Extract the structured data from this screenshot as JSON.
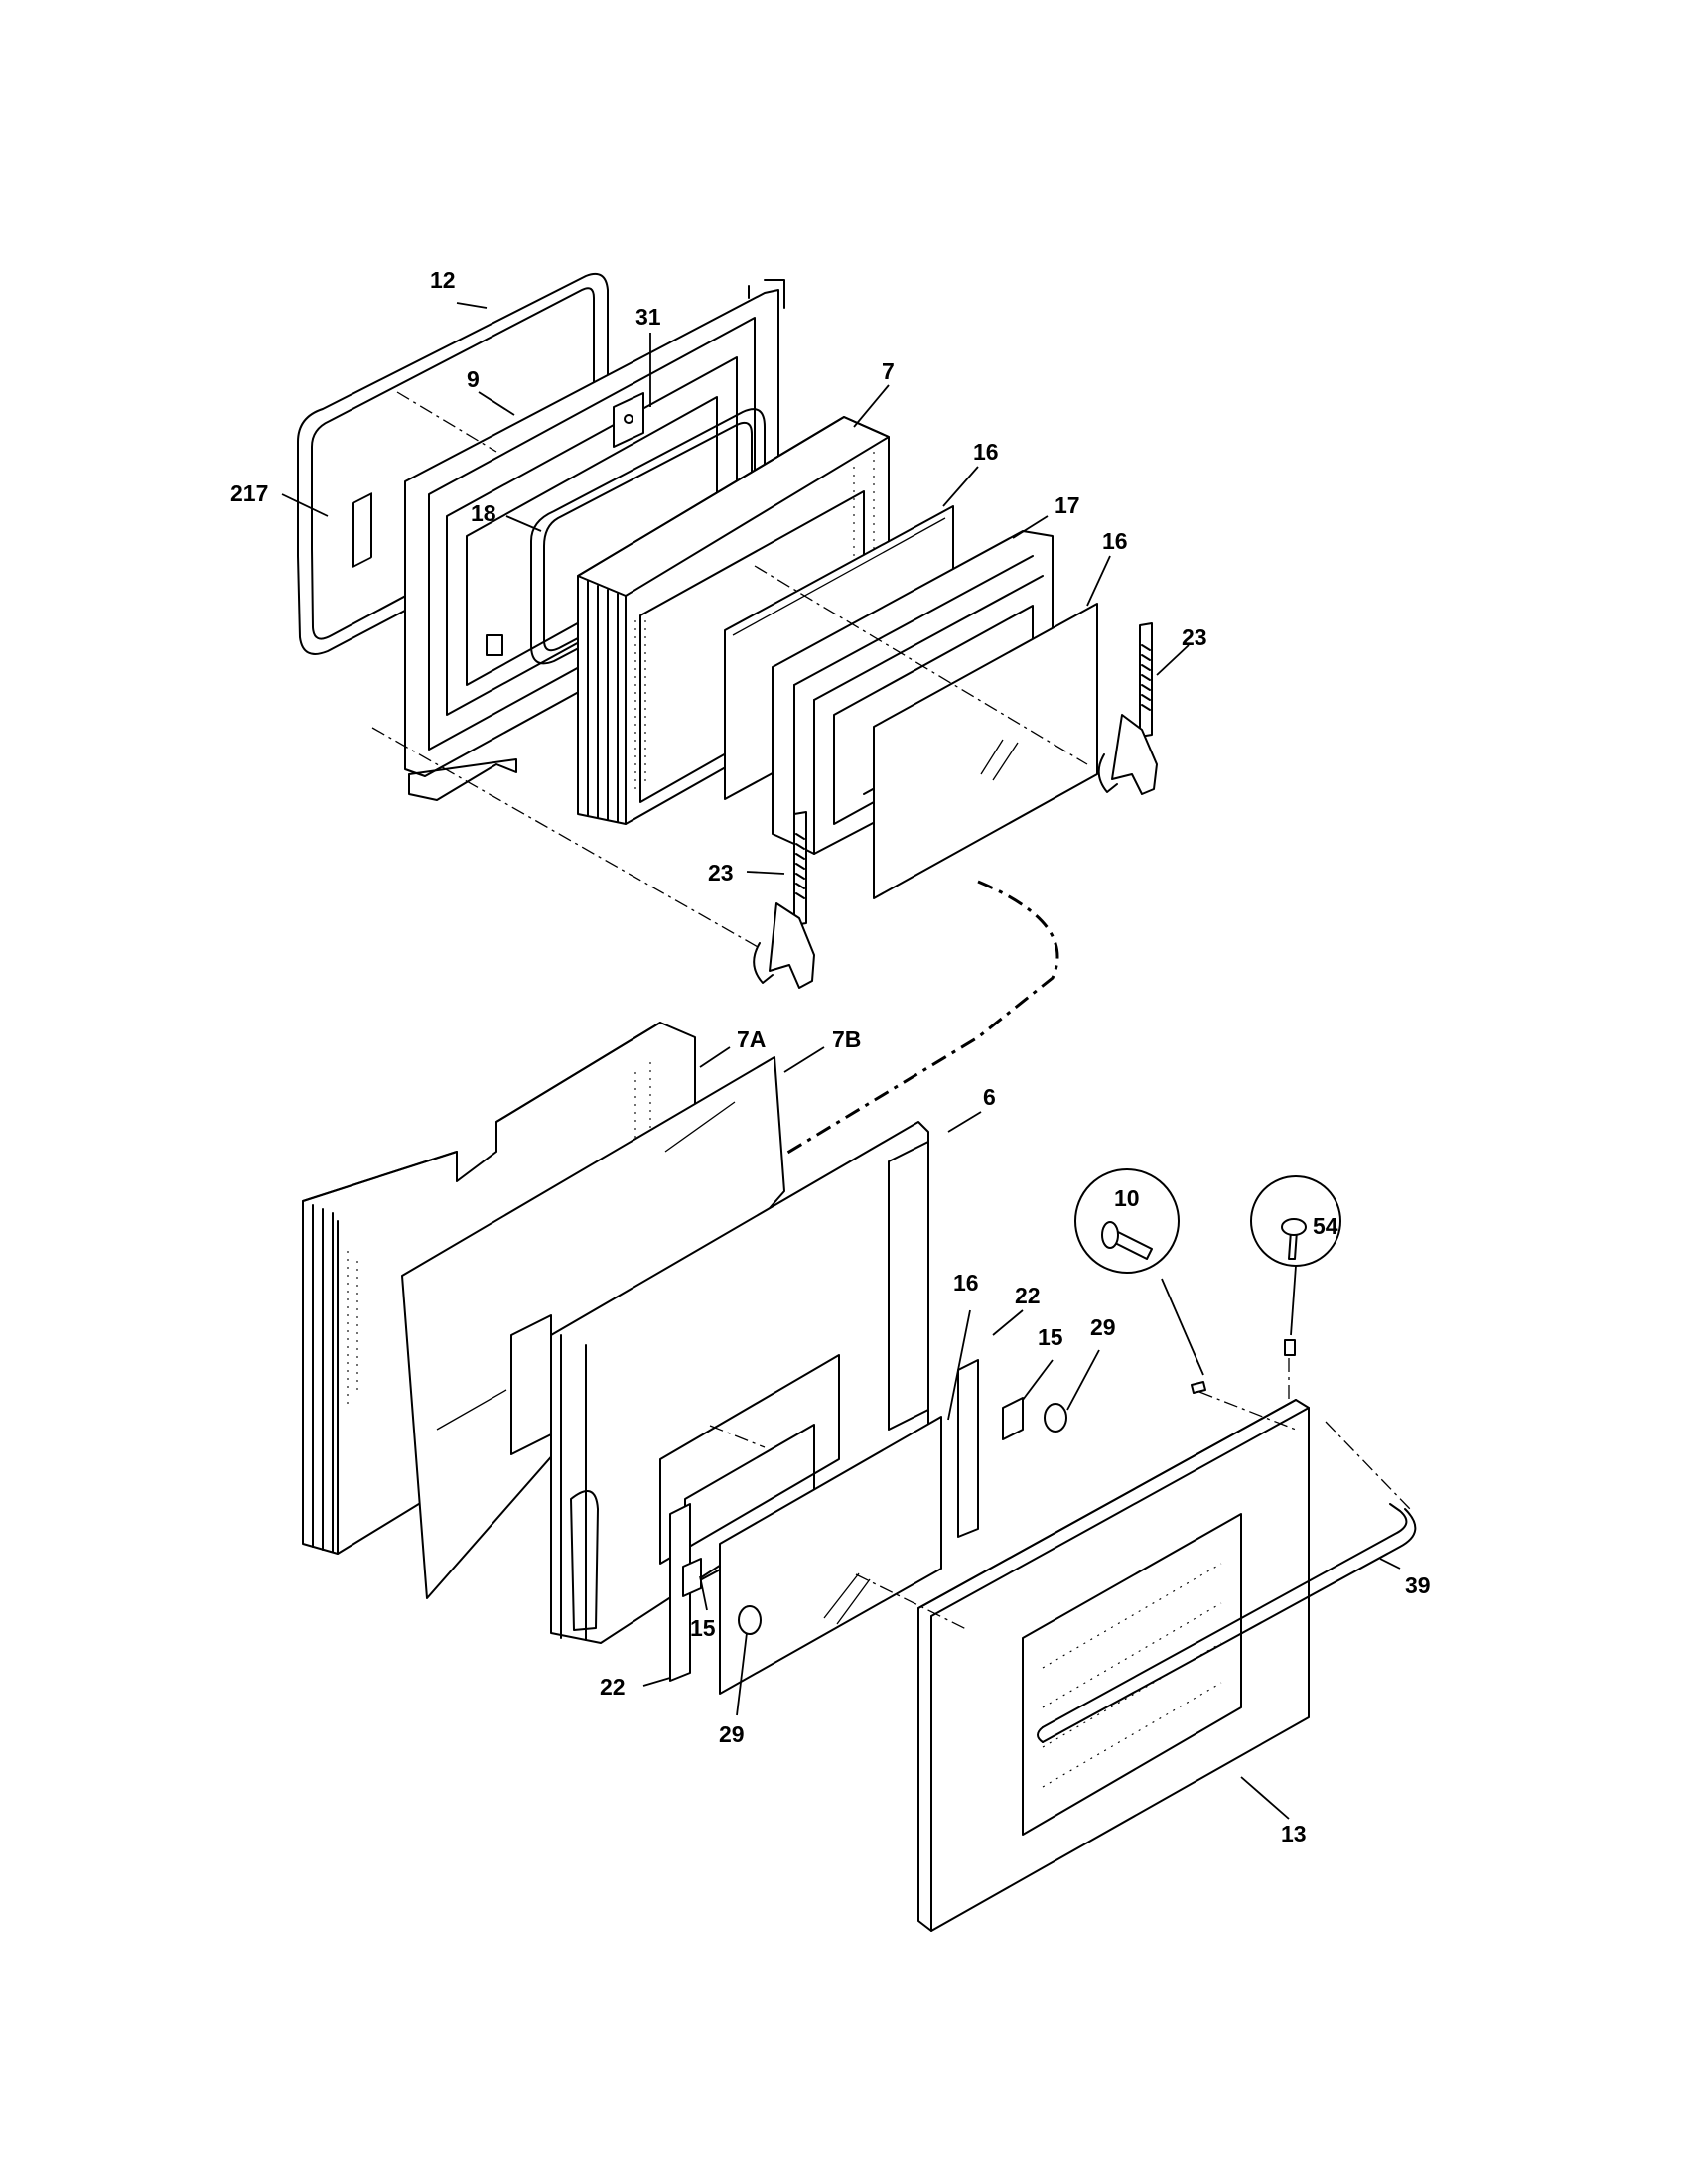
{
  "callouts": {
    "c12": "12",
    "c31": "31",
    "c9": "9",
    "c7": "7",
    "c217": "217",
    "c18": "18",
    "c16a": "16",
    "c17": "17",
    "c16b": "16",
    "c23a": "23",
    "c23b": "23",
    "c7A": "7A",
    "c7B": "7B",
    "c6": "6",
    "c10": "10",
    "c54": "54",
    "c16c": "16",
    "c22a": "22",
    "c15a": "15",
    "c29a": "29",
    "c15b": "15",
    "c22b": "22",
    "c29b": "29",
    "c39": "39",
    "c13": "13"
  }
}
